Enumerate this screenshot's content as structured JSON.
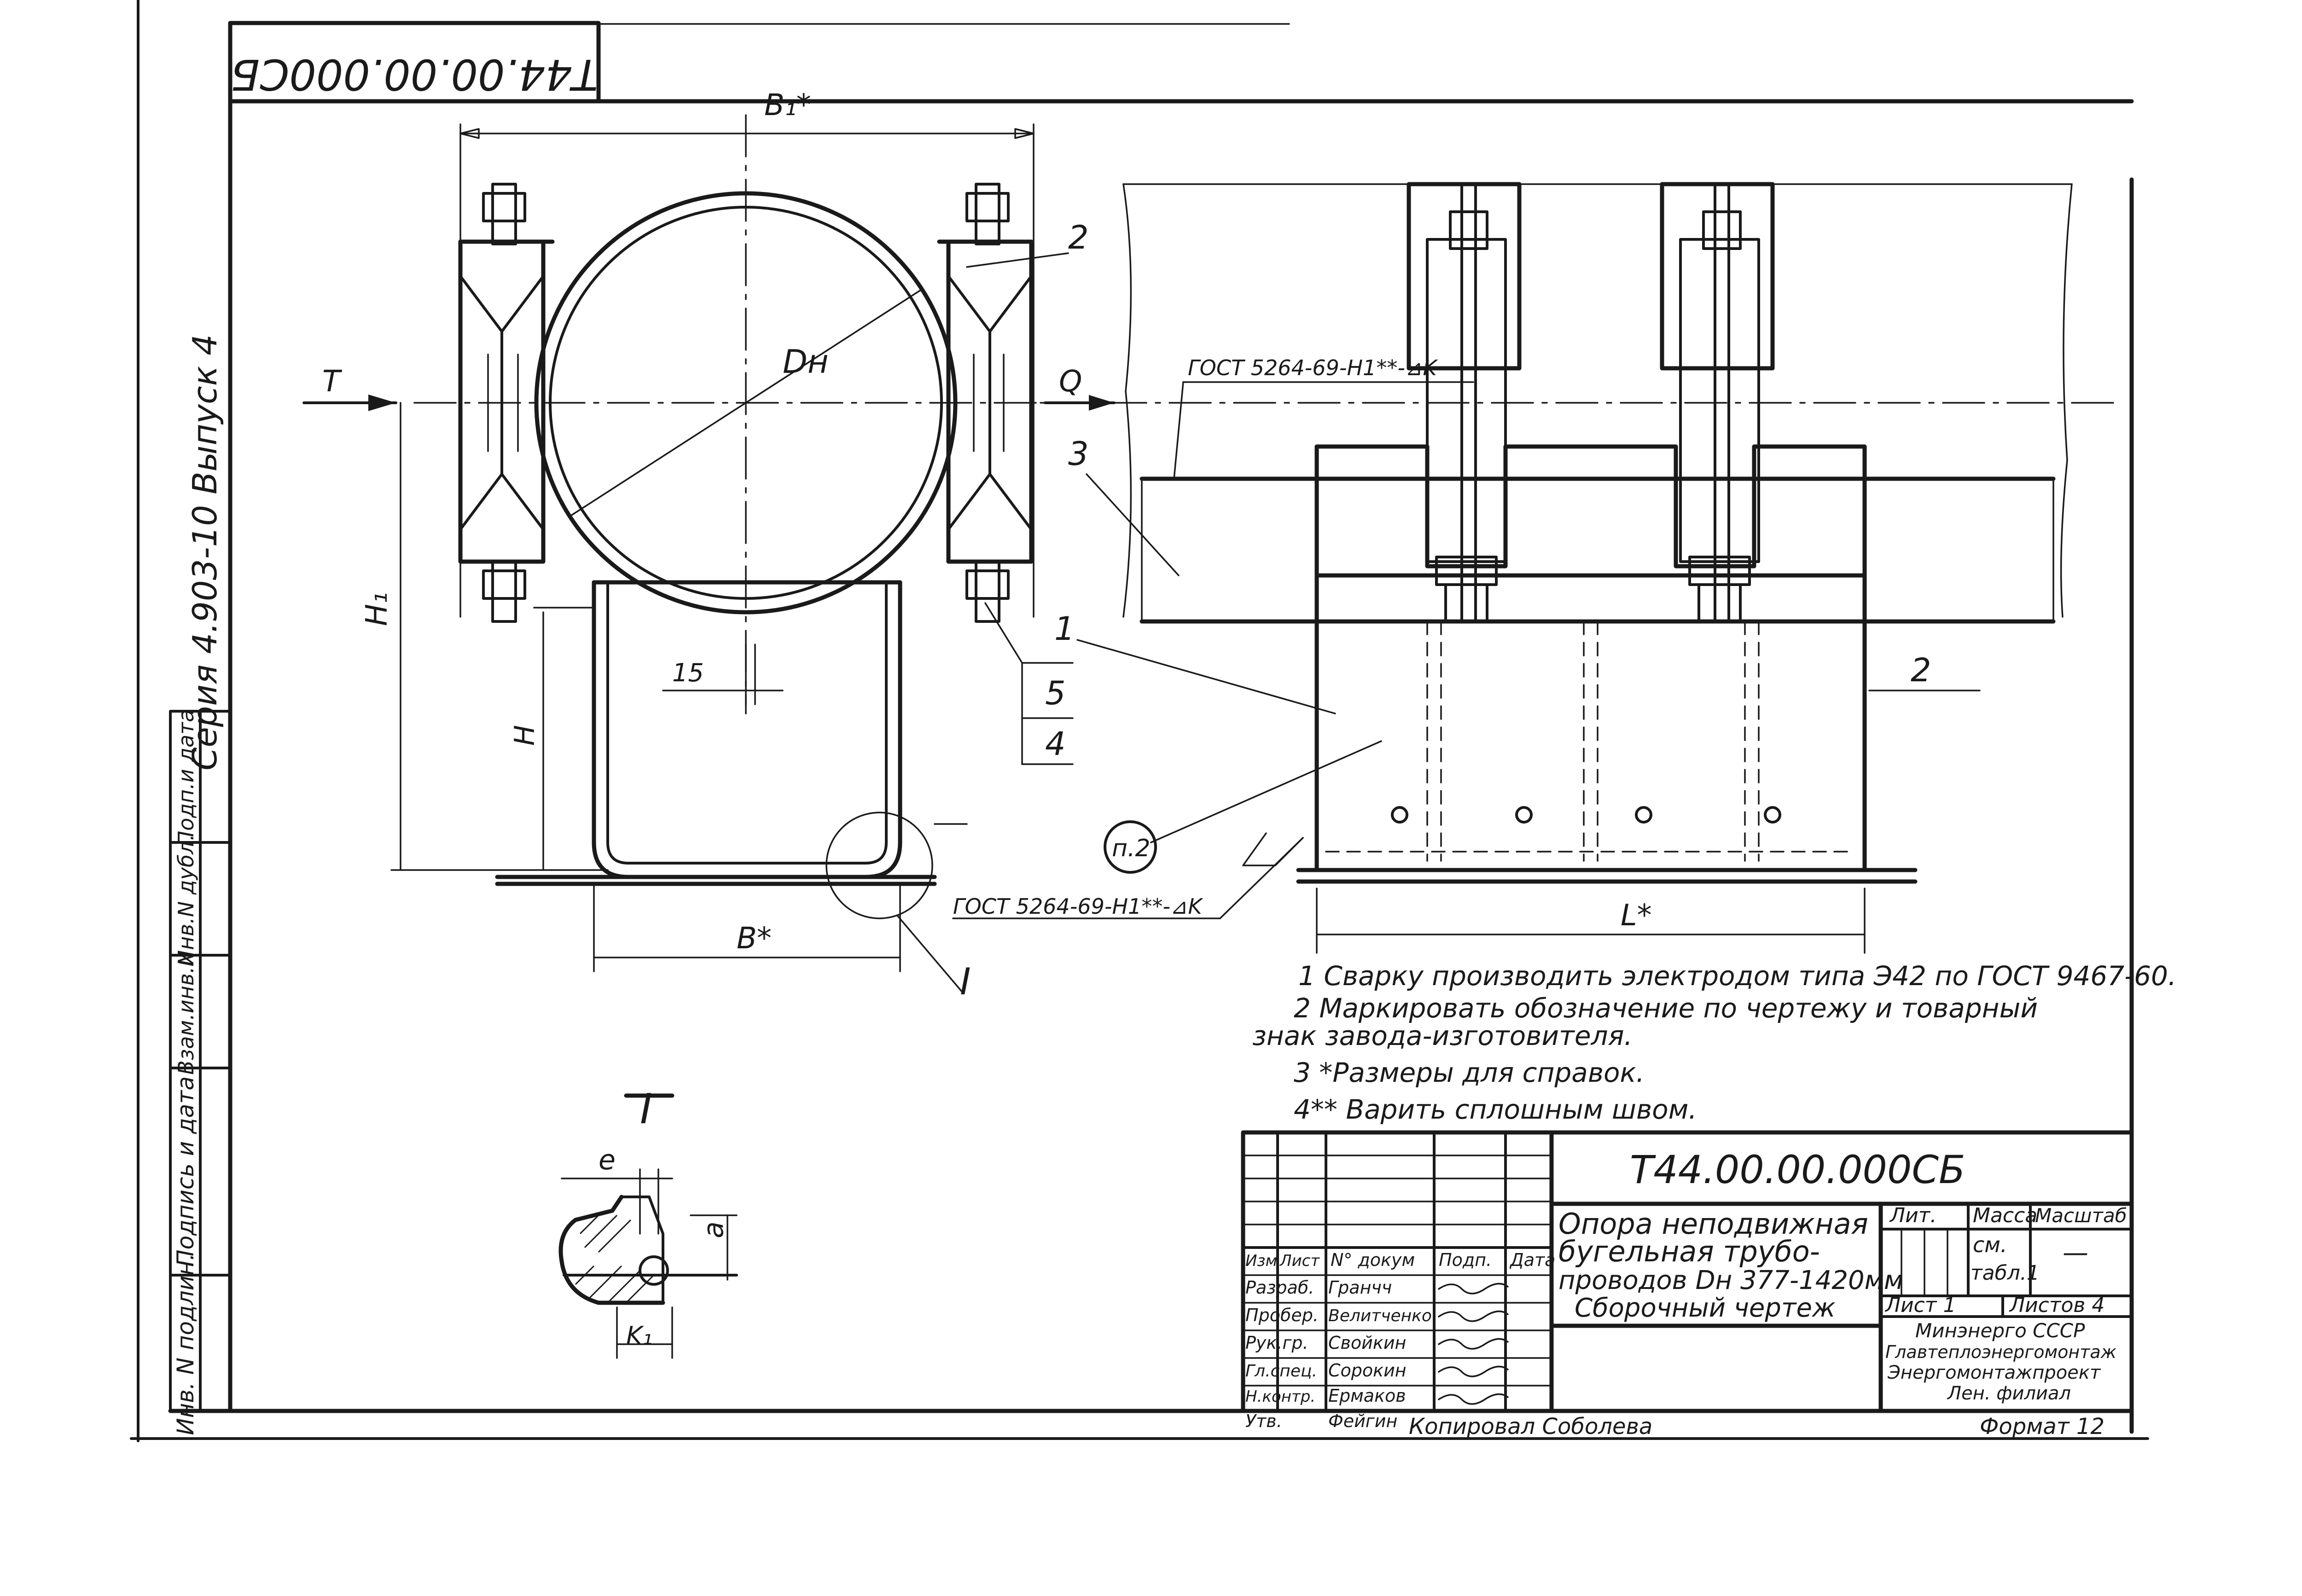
{
  "stamp": {
    "designation_top": "Т44.00.00.000СБ",
    "designation": "Т44.00.00.000СБ",
    "title_lines": [
      "Опора неподвижная",
      "бугельная трубо-",
      "проводов Dн 377-1420мм",
      "Сборочный чертеж"
    ],
    "col_lit": "Лит.",
    "col_mass": "Масса",
    "col_scale": "Масштаб",
    "mass_value_1": "см.",
    "mass_value_2": "табл.1",
    "scale_value": "—",
    "sheet": "Лист 1",
    "sheets": "Листов 4",
    "org_lines": [
      "Минэнерго СССР",
      "Главтеплоэнергомонтаж",
      "Энергомонтажпроект",
      "Лен. филиал"
    ],
    "header_cells": [
      "Изм",
      "Лист",
      "N° докум",
      "Подп.",
      "Дата"
    ],
    "rows": [
      {
        "role": "Разраб.",
        "name": "Гранчч"
      },
      {
        "role": "Пробер.",
        "name": "Велитченко"
      },
      {
        "role": "Рук.гр.",
        "name": "Свойкин"
      },
      {
        "role": "Гл.спец.",
        "name": "Сорокин"
      },
      {
        "role": "Н.контр.",
        "name": "Ермаков"
      },
      {
        "role": "Утв.",
        "name": "Фейгин"
      }
    ],
    "copied_by": "Копировал Соболева",
    "format": "Формат 12"
  },
  "side_panel": {
    "series": "Серия 4.903-10   Выпуск 4",
    "cells": [
      "Инв. N подлин.",
      "Подпись и дата",
      "Взам.инв.N",
      "Инв.N дубл.",
      "Подп.и дата"
    ]
  },
  "labels": {
    "b1": "B₁*",
    "dn": "Dн",
    "h1": "H₁",
    "h": "H",
    "b": "B*",
    "l": "L*",
    "dim15": "15",
    "t": "T",
    "q": "Q",
    "pos1": "1",
    "pos2": "2",
    "pos3": "3",
    "pos4": "4",
    "pos5": "5",
    "pos2b": "2",
    "note_ref": "п.2",
    "weld1": "ГОСТ 5264-69-Н1**-⊿K",
    "weld2": "ГОСТ 5264-69-Н1**-⊿K",
    "view_i": "I",
    "detail_i": "I",
    "e": "e",
    "a": "a",
    "k1": "K₁"
  },
  "notes": [
    "1 Сварку производить электродом типа Э42 по ГОСТ 9467-60.",
    "2 Маркировать обозначение по чертежу и товарный",
    "знак завода-изготовителя.",
    "3 *Размеры для справок.",
    "4** Варить сплошным швом."
  ]
}
